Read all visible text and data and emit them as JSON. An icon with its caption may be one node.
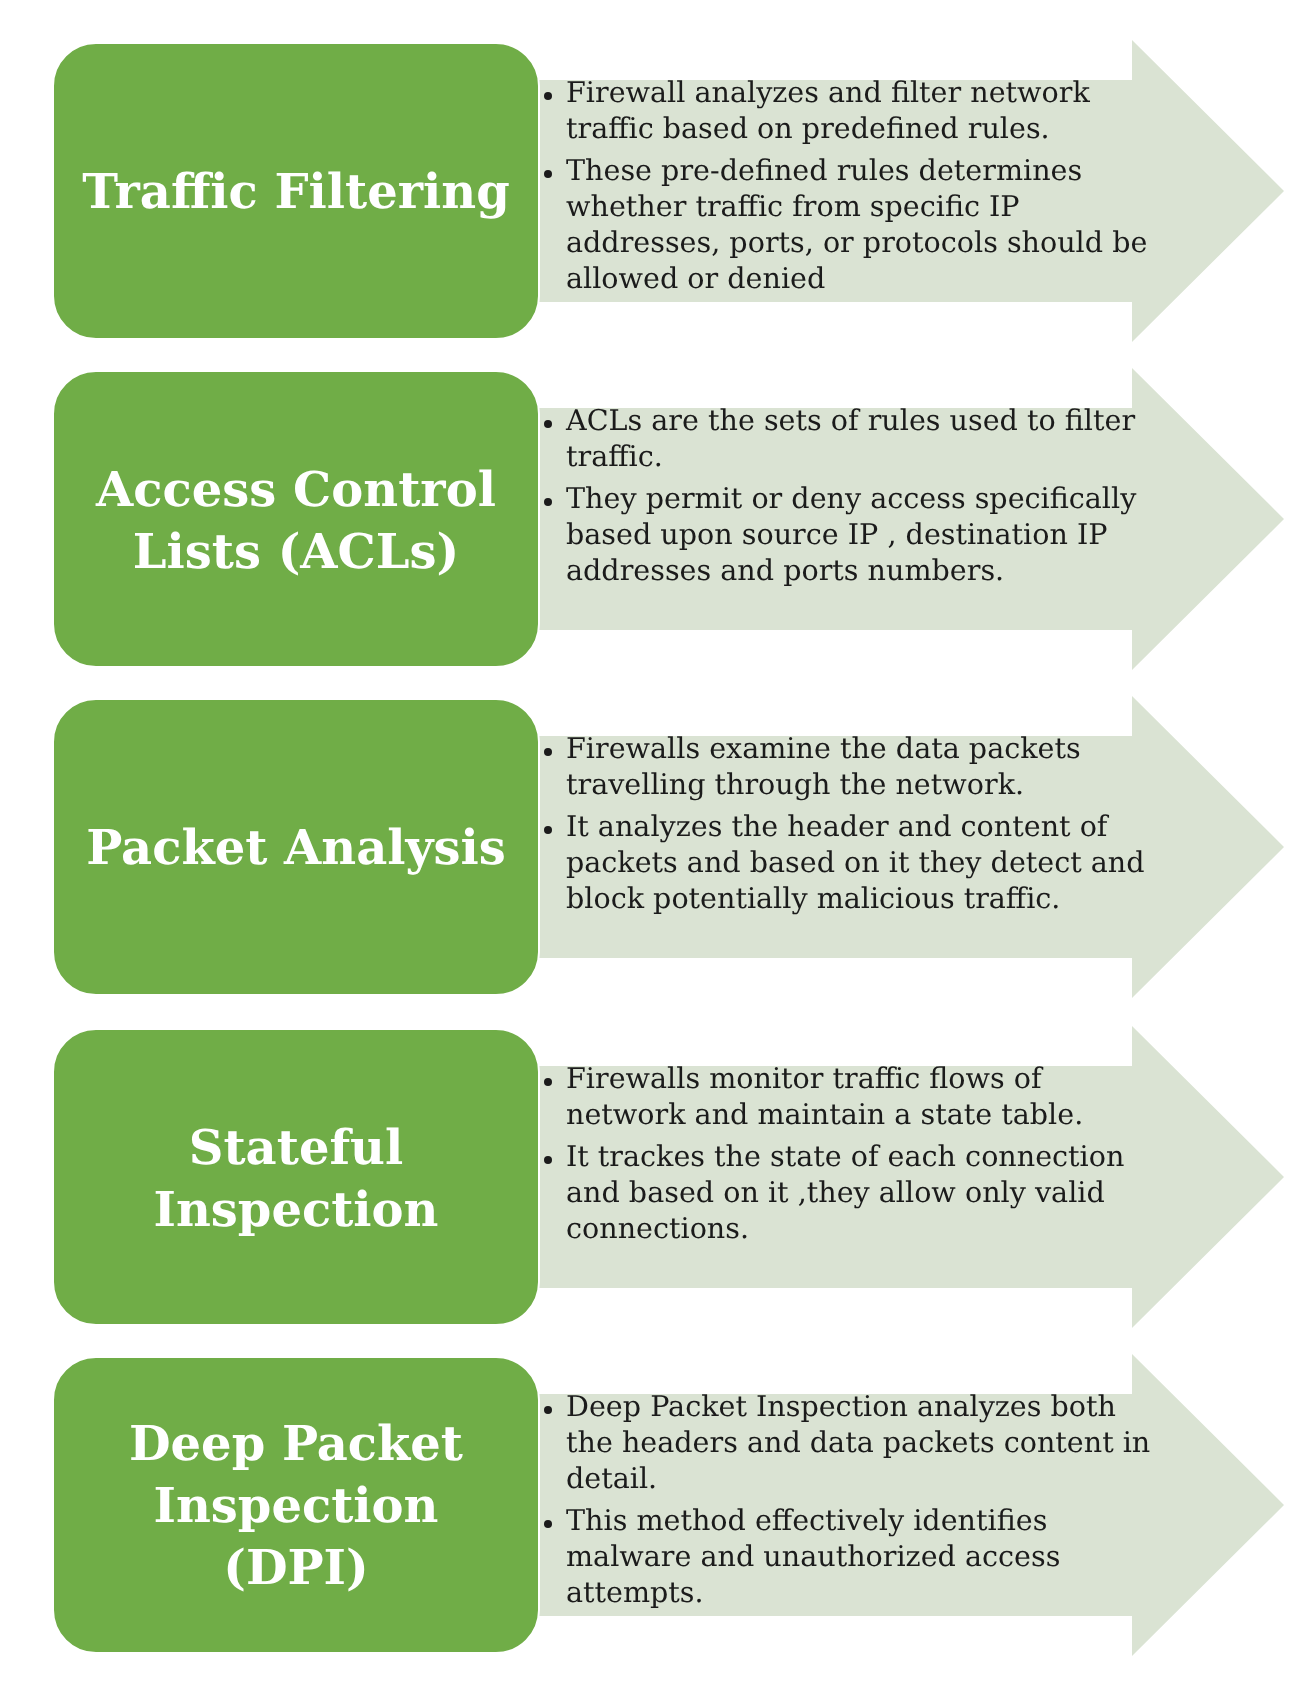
{
  "diagram": {
    "nodes": [
      {
        "text": [
          "Traffic Filtering"
        ]
      },
      {
        "text": [
          "Firewall analyzes and filter network traffic based on predefined rules.",
          "These pre-defined rules determines whether traffic from specific IP addresses, ports, or protocols should be allowed or denied"
        ]
      },
      {
        "text": [
          "Access Control Lists (ACLs)"
        ]
      },
      {
        "text": [
          "ACLs are the sets of rules used to filter traffic.",
          "They permit or deny access specifically based upon source IP , destination IP addresses and ports numbers."
        ]
      },
      {
        "text": [
          "Packet Analysis"
        ]
      },
      {
        "text": [
          "Firewalls examine the data packets travelling through the network.",
          "It analyzes the header and content of packets and based on it they detect and block potentially malicious traffic."
        ]
      },
      {
        "text": [
          "Stateful Inspection"
        ]
      },
      {
        "text": [
          "Firewalls monitor traffic flows of network and maintain a state table.",
          "It trackes the state of each connection and based on it ,they allow only valid connections."
        ]
      },
      {
        "text": [
          "Deep Packet Inspection (DPI)"
        ]
      },
      {
        "text": [
          "Deep Packet Inspection analyzes both the headers and data packets content in detail.",
          "This method effectively identifies malware and unauthorized access attempts."
        ]
      }
    ]
  }
}
